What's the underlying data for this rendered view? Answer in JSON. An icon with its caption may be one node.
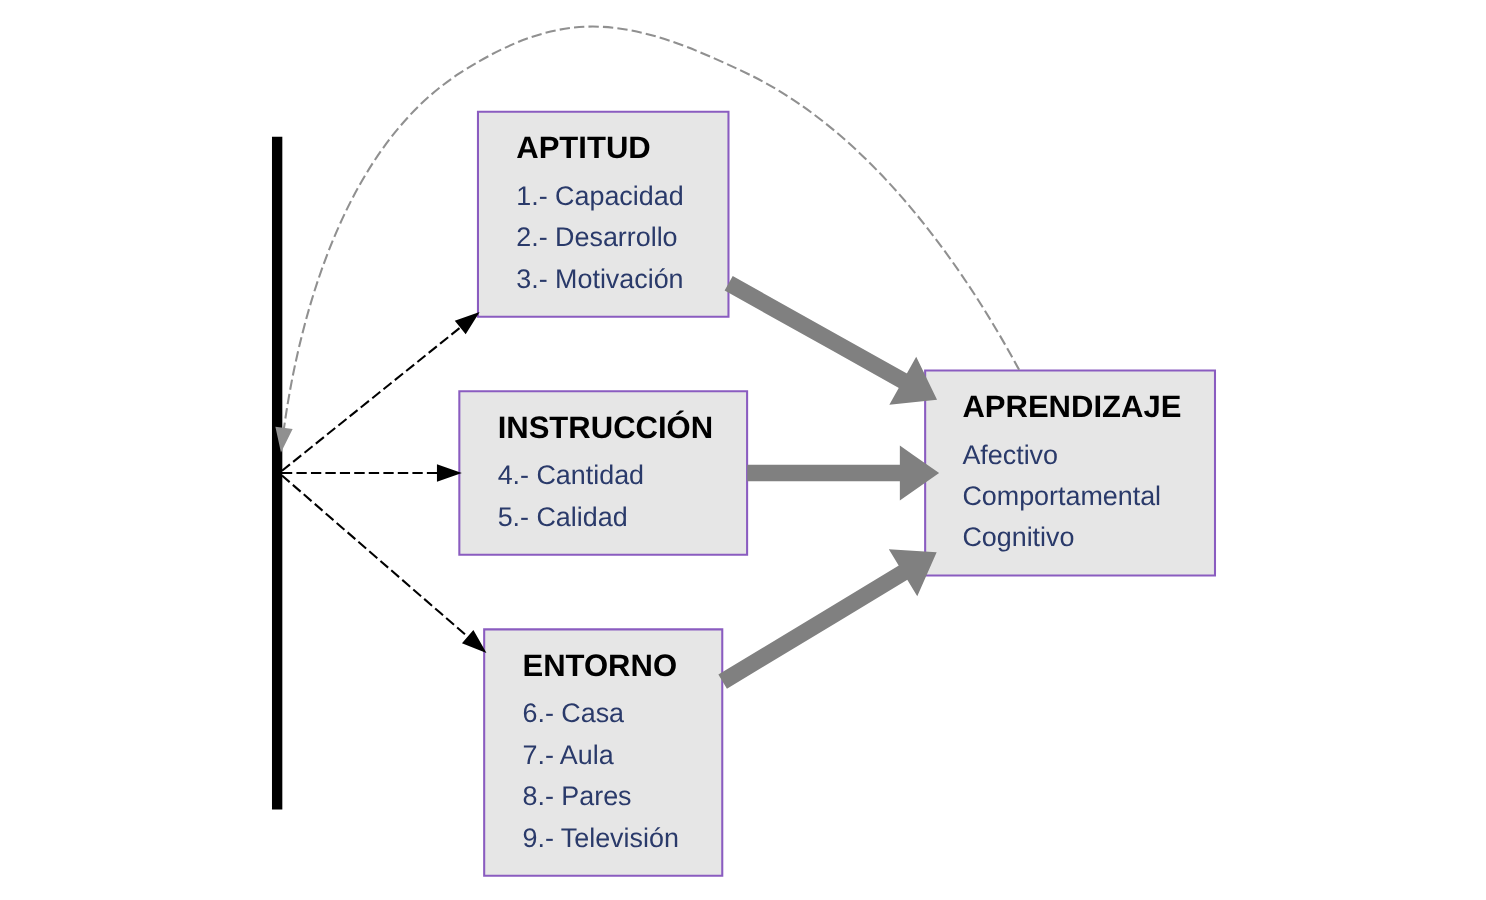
{
  "diagram": {
    "nodes": [
      {
        "text": [
          "APTITUD",
          "1.- Capacidad",
          "2.- Desarrollo",
          "3.- Motivación"
        ]
      },
      {
        "text": [
          "INSTRUCCIÓN",
          "4.- Cantidad",
          "5.- Calidad"
        ]
      },
      {
        "text": [
          "ENTORNO",
          "6.- Casa",
          "7.- Aula",
          "8.- Pares",
          "9.- Televisión"
        ]
      },
      {
        "text": [
          "APRENDIZAJE",
          "Afectivo",
          "Comportamental",
          "Cognitivo"
        ]
      },
      {
        "text": [],
        "shape": "bar"
      }
    ],
    "edges": [
      {
        "from": 0,
        "to": 3,
        "arrow": "to",
        "style": "thick",
        "color": "#808080"
      },
      {
        "from": 1,
        "to": 3,
        "arrow": "to",
        "style": "thick",
        "color": "#808080"
      },
      {
        "from": 2,
        "to": 3,
        "arrow": "to",
        "style": "thick",
        "color": "#808080"
      },
      {
        "from": 3,
        "to": 4,
        "arrow": "to",
        "style": "dashed",
        "color": "#909090"
      },
      {
        "from": 4,
        "to": 0,
        "arrow": "to",
        "style": "dashed",
        "color": "#000000"
      },
      {
        "from": 4,
        "to": 1,
        "arrow": "to",
        "style": "dashed",
        "color": "#000000"
      },
      {
        "from": 4,
        "to": 2,
        "arrow": "to",
        "style": "dashed",
        "color": "#000000"
      }
    ]
  }
}
